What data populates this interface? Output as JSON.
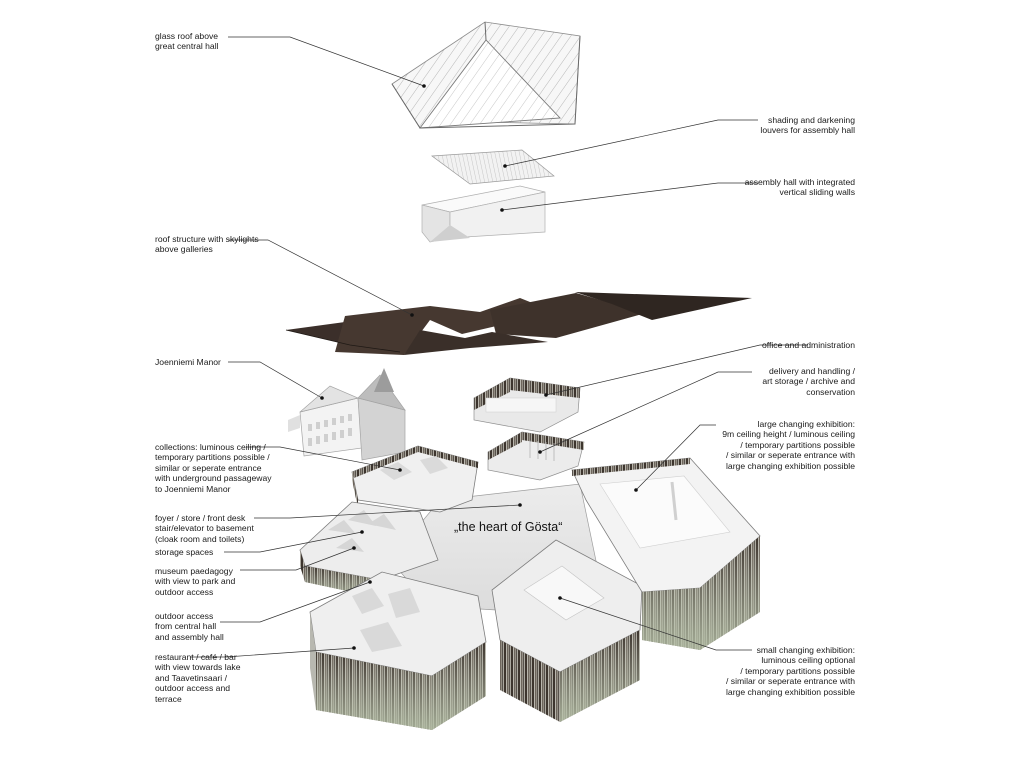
{
  "diagram": {
    "center_label": "„the heart of Gösta“",
    "left_labels": [
      {
        "id": "glass-roof",
        "text": "glass roof above\ngreat central hall"
      },
      {
        "id": "roof-structure",
        "text": "roof structure with skylights\nabove galleries"
      },
      {
        "id": "joenniemi-manor",
        "text": "Joenniemi Manor"
      },
      {
        "id": "collections",
        "text": "collections: luminous ceiling /\ntemporary partitions possible /\nsimilar or seperate entrance\nwith underground passageway\nto Joenniemi Manor"
      },
      {
        "id": "foyer",
        "text": "foyer / store / front desk\nstair/elevator to basement\n(cloak room and toilets)"
      },
      {
        "id": "storage",
        "text": "storage spaces"
      },
      {
        "id": "museum-paedagogy",
        "text": "museum paedagogy\nwith view to park and\noutdoor access"
      },
      {
        "id": "outdoor-access",
        "text": "outdoor access\nfrom central hall\nand assembly hall"
      },
      {
        "id": "restaurant",
        "text": "restaurant / café / bar\nwith view towards lake\nand Taavetinsaari /\noutdoor access and\nterrace"
      }
    ],
    "right_labels": [
      {
        "id": "shading-louvers",
        "text": "shading and darkening\nlouvers for assembly hall"
      },
      {
        "id": "assembly-hall",
        "text": "assembly hall with integrated\nvertical sliding walls"
      },
      {
        "id": "office",
        "text": "office and administration"
      },
      {
        "id": "delivery",
        "text": "delivery and handling /\nart storage / archive and\nconservation"
      },
      {
        "id": "large-exhibition",
        "text": "large changing exhibition:\n9m ceiling height / luminous ceiling\n/ temporary partitions possible\n/ similar or seperate entrance with\nlarge changing exhibition possible"
      },
      {
        "id": "small-exhibition",
        "text": "small changing exhibition:\nluminous ceiling optional\n/ temporary partitions possible\n/ similar or seperate entrance with\nlarge changing exhibition possible"
      }
    ]
  }
}
